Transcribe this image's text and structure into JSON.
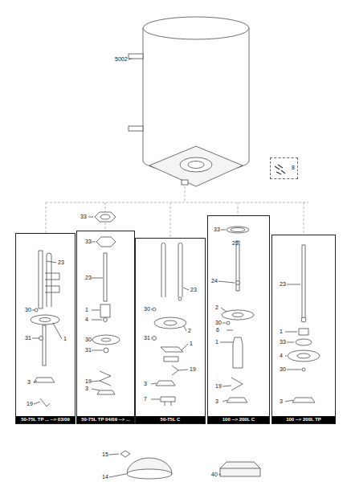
{
  "diagram": {
    "nodes": [
      {
        "text": [
          "50-75L TP ... --> 03/09"
        ]
      },
      {
        "text": [
          "50-75L TP 04/09 --> ..."
        ]
      },
      {
        "text": [
          "50-75L C"
        ]
      },
      {
        "text": [
          "100 --> 200L C"
        ]
      },
      {
        "text": [
          "100 --> 200L TP"
        ]
      },
      {
        "text": [
          "8"
        ]
      }
    ],
    "labels": [
      "5002",
      "33",
      "23",
      "30",
      "31",
      "1",
      "3",
      "19",
      "33",
      "23",
      "1",
      "4",
      "30",
      "31",
      "19",
      "3",
      "23",
      "30",
      "2",
      "31",
      "1",
      "19",
      "3",
      "7",
      "33",
      "23",
      "24",
      "2",
      "30",
      "6",
      "1",
      "19",
      "3",
      "23",
      "1",
      "33",
      "4",
      "30",
      "3",
      "15",
      "14",
      "40"
    ]
  }
}
